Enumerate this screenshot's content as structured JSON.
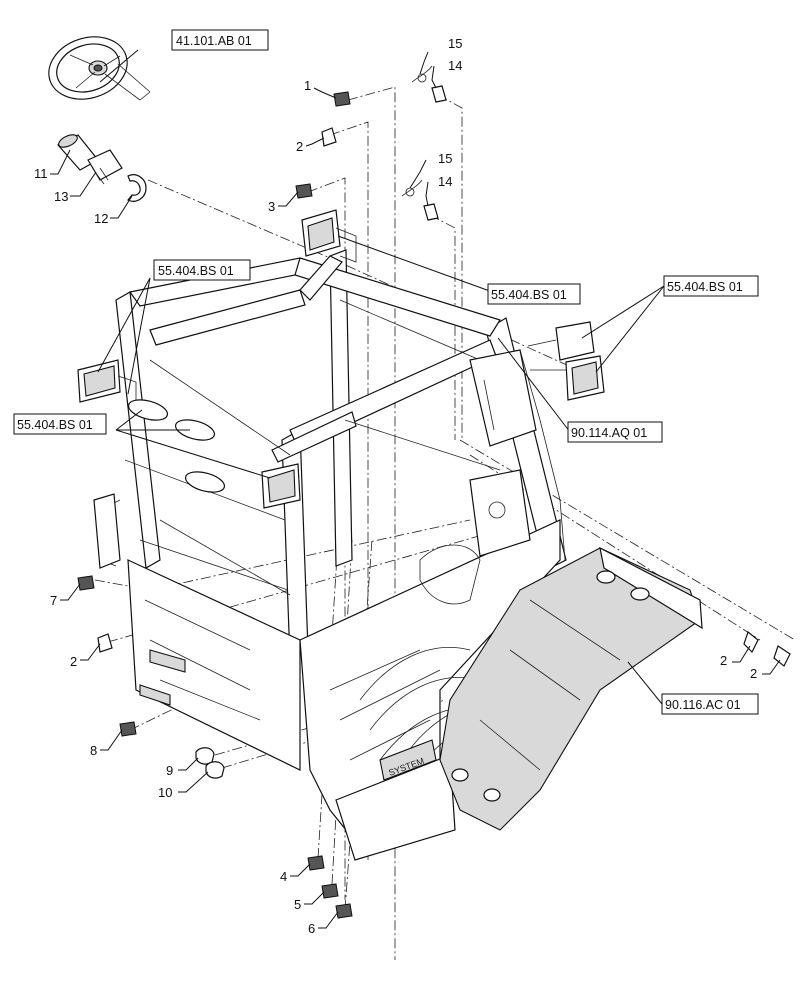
{
  "callouts": {
    "c1": "1",
    "c2a": "2",
    "c2b": "2",
    "c2c": "2",
    "c2d": "2",
    "c3": "3",
    "c4": "4",
    "c5": "5",
    "c6": "6",
    "c7": "7",
    "c8": "8",
    "c9": "9",
    "c10": "10",
    "c11": "11",
    "c12": "12",
    "c13": "13",
    "c14a": "14",
    "c14b": "14",
    "c15a": "15",
    "c15b": "15"
  },
  "references": {
    "steering_wheel": "41.101.AB 01",
    "left_lamp": "55.404.BS 01",
    "front_lamps": "55.404.BS 01",
    "top_lamp": "55.404.BS 01",
    "right_lamps": "55.404.BS 01",
    "rear_panel": "90.114.AQ 01",
    "fender": "90.116.AC 01"
  },
  "molded_text": "SYSTEM"
}
